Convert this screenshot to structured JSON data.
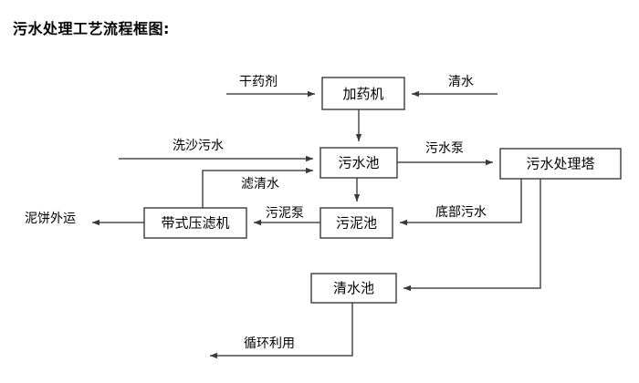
{
  "title": "污水处理工艺流程框图:",
  "diagram": {
    "type": "process-flow-diagram",
    "nodes": [
      {
        "id": "dosing-machine",
        "label": "加药机"
      },
      {
        "id": "wastewater-pool",
        "label": "污水池"
      },
      {
        "id": "treatment-tower",
        "label": "污水处理塔"
      },
      {
        "id": "belt-filter-press",
        "label": "带式压滤机"
      },
      {
        "id": "sludge-pool",
        "label": "污泥池"
      },
      {
        "id": "clean-water-pool",
        "label": "清水池"
      }
    ],
    "terminals": [
      {
        "id": "dry-chemical",
        "label": "干药剂"
      },
      {
        "id": "clean-water-in",
        "label": "清水"
      },
      {
        "id": "sand-wash-wastewater",
        "label": "洗沙污水"
      },
      {
        "id": "mud-cake-out",
        "label": "泥饼外运"
      },
      {
        "id": "recycle-use",
        "label": "循环利用"
      }
    ],
    "edge_labels": [
      {
        "id": "wastewater-pump",
        "label": "污水泵"
      },
      {
        "id": "filtered-water",
        "label": "滤清水"
      },
      {
        "id": "sludge-pump",
        "label": "污泥泵"
      },
      {
        "id": "bottom-wastewater",
        "label": "底部污水"
      }
    ],
    "colors": {
      "background": "#ffffff",
      "box_stroke": "#3a3a3a",
      "line_stroke": "#4a4a4a",
      "text": "#000000"
    }
  }
}
